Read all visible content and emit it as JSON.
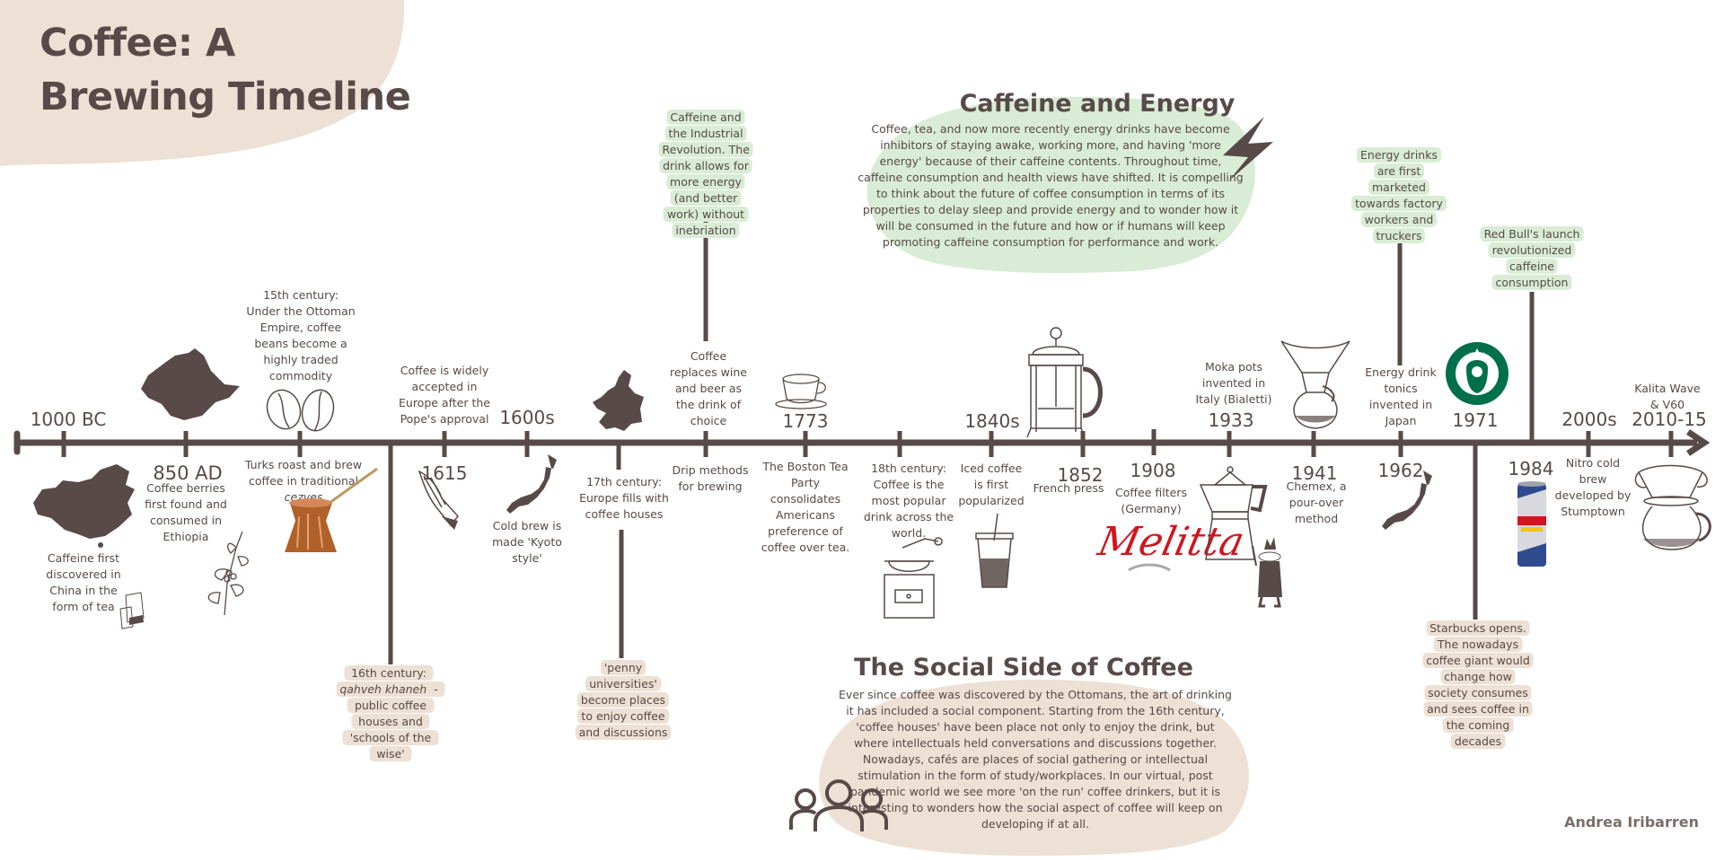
{
  "title": {
    "line1": "Coffee: A",
    "line2": "Brewing Timeline"
  },
  "colors": {
    "ink": "#574a48",
    "tan": "#ede0d4",
    "green": "#d9ecd5",
    "melitta_red": "#d2141e",
    "starbucks_green": "#00704a"
  },
  "timeline": {
    "events": [
      {
        "year": "1000 BC",
        "below": "Caffeine first discovered in China in the form of tea",
        "icon": "china-map-icon"
      },
      {
        "year": "850 AD",
        "above_icon": "ethiopia-map-icon",
        "below": "Coffee berries first found and consumed in Ethiopia",
        "icon": "coffee-plant-icon"
      },
      {
        "above": "15th century: Under the Ottoman Empire, coffee beans become a highly traded commodity",
        "above_icon": "coffee-beans-icon",
        "below_pre": "Turks roast and brew coffee in traditional",
        "below_em": "cezves",
        "icon": "cezve-icon"
      },
      {
        "callout_below_pre": "16th century:",
        "callout_below_em": "qahveh khaneh",
        "callout_below_post": "- public coffee houses and 'schools of the wise'"
      },
      {
        "year": "1615",
        "above": "Coffee is widely accepted in Europe after the Pope's approval",
        "icon": "praying-hands-icon"
      },
      {
        "year": "1600s",
        "below": "Cold brew is made 'Kyoto style'",
        "icon": "japan-map-icon"
      },
      {
        "above_icon": "europe-map-icon",
        "below": "17th century: Europe fills with coffee houses",
        "callout_below": "'penny universities' become places to enjoy coffee and discussions"
      },
      {
        "callout_above": "Caffeine and the Industrial Revolution. The drink allows for more energy (and better work) without inebriation",
        "above": "Coffee replaces wine and beer as the drink of choice",
        "below": "Drip methods for brewing"
      },
      {
        "year": "1773",
        "above_icon": "teacup-icon",
        "below": "The Boston Tea Party consolidates Americans preference of coffee over tea."
      },
      {
        "below": "18th century: Coffee is the most popular drink across the world.",
        "icon": "coffee-grinder-icon"
      },
      {
        "year": "1840s",
        "below": "Iced coffee is first popularized",
        "icon": "iced-coffee-icon"
      },
      {
        "year": "1852",
        "below": "French press",
        "above_icon": "french-press-icon"
      },
      {
        "year": "1908",
        "below": "Coffee filters (Germany)",
        "icon": "melitta-logo-icon",
        "logo_text": "Melitta"
      },
      {
        "year": "1933",
        "above": "Moka pots invented in Italy (Bialetti)",
        "icon": "moka-pot-icon"
      },
      {
        "year": "1941",
        "below": "Chemex, a pour-over method",
        "above_icon": "chemex-icon"
      },
      {
        "year": "1962",
        "above": "Energy drink tonics invented in Japan",
        "callout_above": "Energy drinks are first marketed towards factory workers and truckers",
        "icon": "japan-map-icon"
      },
      {
        "year": "1971",
        "above_icon": "starbucks-logo-icon",
        "callout_below": "Starbucks opens. The nowadays coffee giant would change how society consumes and sees coffee in the coming decades"
      },
      {
        "year": "1984",
        "callout_above": "Red Bull's launch revolutionized caffeine consumption",
        "icon": "red-bull-can-icon"
      },
      {
        "year": "2000s",
        "below": "Nitro cold brew developed by Stumptown"
      },
      {
        "year": "2010-15",
        "above": "Kalita Wave & V60",
        "icon": "pour-over-dripper-icon"
      }
    ]
  },
  "sections": {
    "energy": {
      "title": "Caffeine and Energy",
      "body": "Coffee, tea, and now more recently energy drinks have become inhibitors of staying awake, working more, and having 'more energy' because of their caffeine contents. Throughout time, caffeine consumption and health views have shifted.  It is compelling to think about the future of coffee consumption in terms of its properties to delay sleep and provide energy and to wonder how it will be consumed in the future and how or if humans will keep promoting caffeine consumption for performance and work.",
      "icon": "lightning-bolt-icon"
    },
    "social": {
      "title": "The Social Side of Coffee",
      "body": "Ever since coffee was discovered by the Ottomans, the art of drinking it has included a social component. Starting from the 16th century, 'coffee houses' have been place not only to enjoy the drink, but where intellectuals held conversations and discussions together. Nowadays, cafés are places of social gathering or intellectual stimulation in the form of study/workplaces. In our virtual, post pandemic world we see more 'on the run' coffee drinkers, but it is interesting to wonders how the social aspect of coffee will keep on developing if at all.",
      "icon": "people-group-icon"
    }
  },
  "author": "Andrea Iribarren"
}
